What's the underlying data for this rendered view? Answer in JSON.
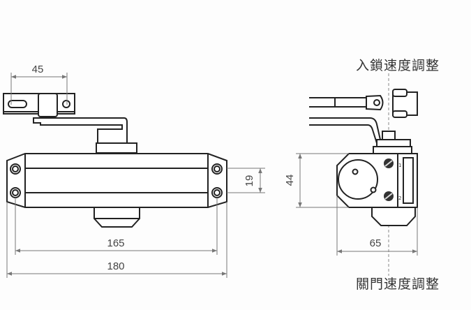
{
  "title": "Door closer dimension drawing",
  "dimensions": {
    "bracket_width": "45",
    "body_height_groove": "19",
    "bolt_span": "165",
    "total_length": "180",
    "side_height": "44",
    "side_depth": "65"
  },
  "screw_marks": {
    "one": "1",
    "two": "2"
  },
  "labels": {
    "latch_speed": "入鎖速度調整",
    "closing_speed": "關門速度調整"
  }
}
